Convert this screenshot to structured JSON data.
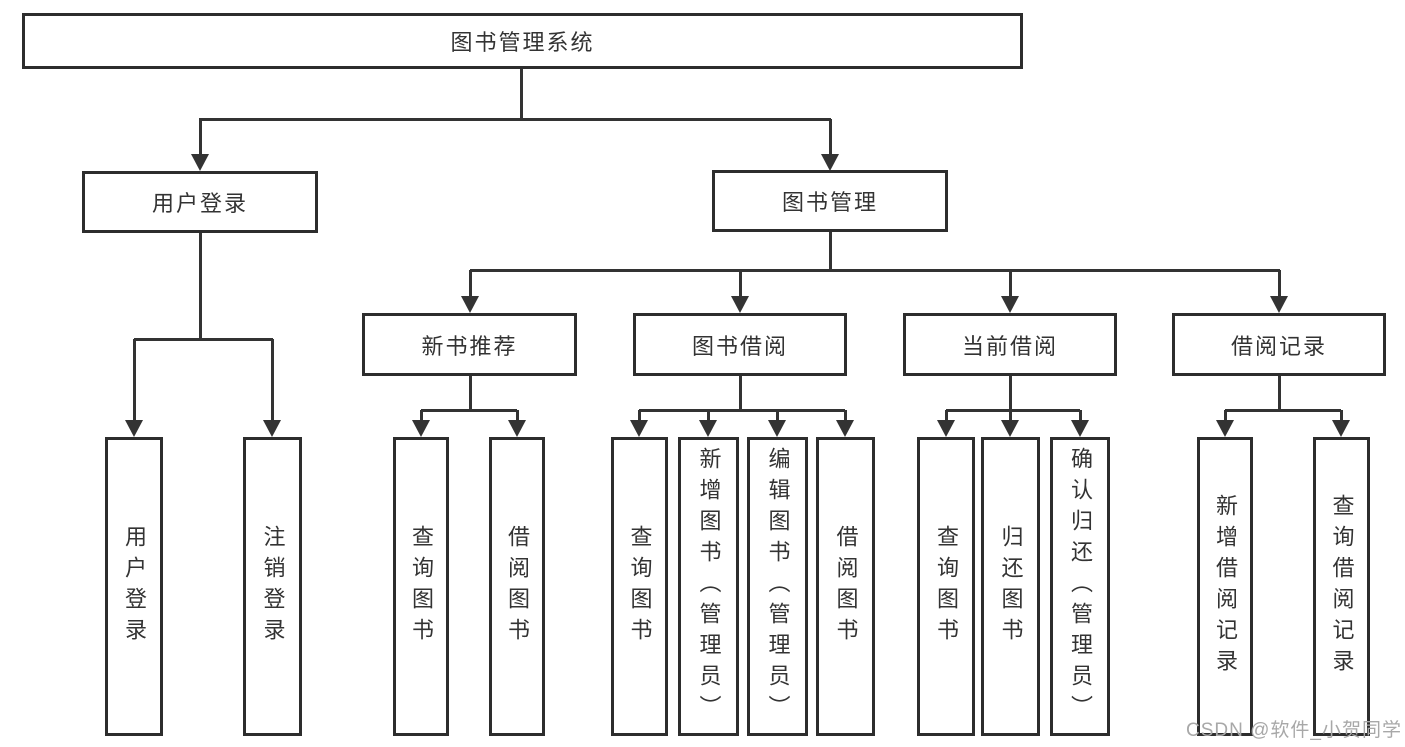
{
  "tree": {
    "root": {
      "label": "图书管理系统"
    },
    "children": [
      {
        "label": "用户登录",
        "children": [
          {
            "label": "用户登录"
          },
          {
            "label": "注销登录"
          }
        ]
      },
      {
        "label": "图书管理",
        "children": [
          {
            "label": "新书推荐",
            "children": [
              {
                "label": "查询图书"
              },
              {
                "label": "借阅图书"
              }
            ]
          },
          {
            "label": "图书借阅",
            "children": [
              {
                "label": "查询图书"
              },
              {
                "label": "新增图书（管理员）"
              },
              {
                "label": "编辑图书（管理员）"
              },
              {
                "label": "借阅图书"
              }
            ]
          },
          {
            "label": "当前借阅",
            "children": [
              {
                "label": "查询图书"
              },
              {
                "label": "归还图书"
              },
              {
                "label": "确认归还（管理员）"
              }
            ]
          },
          {
            "label": "借阅记录",
            "children": [
              {
                "label": "新增借阅记录"
              },
              {
                "label": "查询借阅记录"
              }
            ]
          }
        ]
      }
    ]
  },
  "watermark": {
    "text": "CSDN @软件_小贺同学",
    "color": "#a8a8a8"
  },
  "colors": {
    "background": "#ffffff",
    "box_border": "#2d2d2d",
    "line": "#333333",
    "text": "#333333"
  }
}
